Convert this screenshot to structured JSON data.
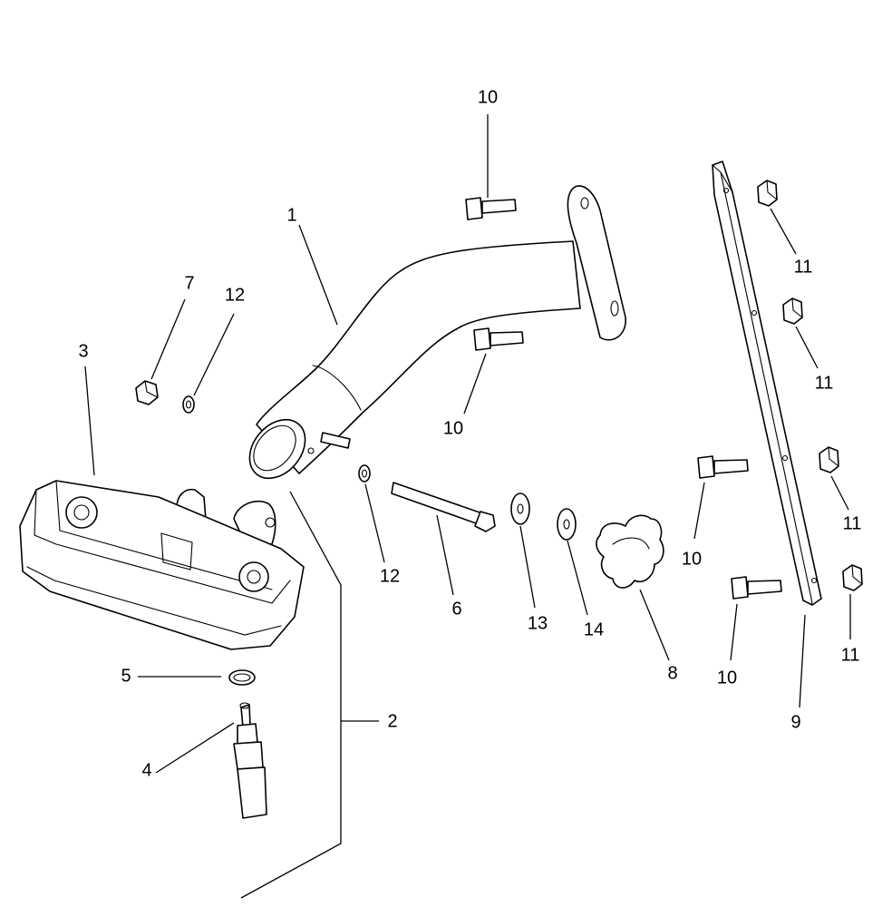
{
  "callouts": {
    "c1": "1",
    "c2": "2",
    "c3": "3",
    "c4": "4",
    "c5": "5",
    "c6": "6",
    "c7": "7",
    "c8": "8",
    "c9": "9",
    "c10a": "10",
    "c10b": "10",
    "c10c": "10",
    "c10d": "10",
    "c11a": "11",
    "c11b": "11",
    "c11c": "11",
    "c11d": "11",
    "c12a": "12",
    "c12b": "12",
    "c13": "13",
    "c14": "14"
  },
  "colors": {
    "line": "#000000",
    "background": "#ffffff"
  }
}
